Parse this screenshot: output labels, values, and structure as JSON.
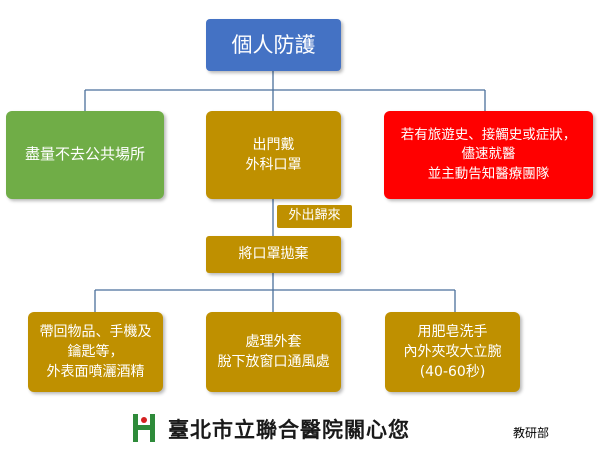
{
  "diagram": {
    "root": "個人防護",
    "level1": {
      "left": "盡量不去公共場所",
      "center": "出門戴\n外科口罩",
      "right": "若有旅遊史、接觸史或症狀，\n儘速就醫\n並主動告知醫療團隊"
    },
    "connector_label": "外出歸來",
    "middle": "將口罩拋棄",
    "level2": {
      "left": "帶回物品、手機及\n鑰匙等，\n外表面噴灑酒精",
      "center": "處理外套\n脫下放窗口通風處",
      "right": "用肥皂洗手\n內外夾攻大立腕\n(40-60秒)"
    }
  },
  "footer": {
    "title": "臺北市立聯合醫院關心您",
    "department": "教研部",
    "logo_letter": "H"
  },
  "colors": {
    "blue": "#4472c4",
    "green": "#70ad47",
    "gold": "#bf9000",
    "red": "#ff0000",
    "connector": "#4a6f9c",
    "logo_green": "#2e8b3a",
    "logo_red": "#d42020"
  }
}
